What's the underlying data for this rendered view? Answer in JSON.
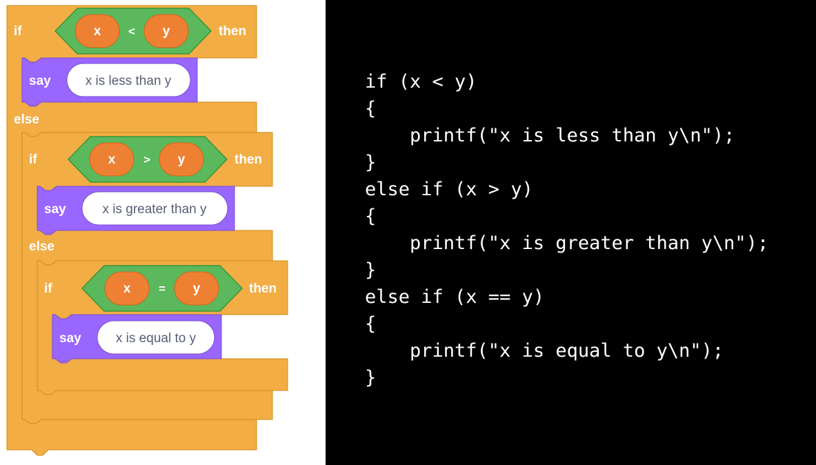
{
  "blocks": {
    "if_kw": "if",
    "then_kw": "then",
    "else_kw": "else",
    "say_kw": "say",
    "conditions": [
      {
        "left": "x",
        "op": "<",
        "right": "y"
      },
      {
        "left": "x",
        "op": ">",
        "right": "y"
      },
      {
        "left": "x",
        "op": "=",
        "right": "y"
      }
    ],
    "messages": [
      "x is less than y",
      "x is greater than y",
      "x is equal to y"
    ]
  },
  "code_lines": [
    "if (x < y)",
    "{",
    "    printf(\"x is less than y\\n\");",
    "}",
    "else if (x > y)",
    "{",
    "    printf(\"x is greater than y\\n\");",
    "}",
    "else if (x == y)",
    "{",
    "    printf(\"x is equal to y\\n\");",
    "}"
  ],
  "colors": {
    "control": "#f3ad45",
    "control_border": "#cf8b17",
    "operator": "#5cb85c",
    "operator_border": "#389438",
    "variable": "#ee8033",
    "variable_border": "#cc6618",
    "looks": "#9966ff",
    "looks_border": "#774dcb",
    "code_bg": "#000000",
    "code_fg": "#ffffff"
  }
}
